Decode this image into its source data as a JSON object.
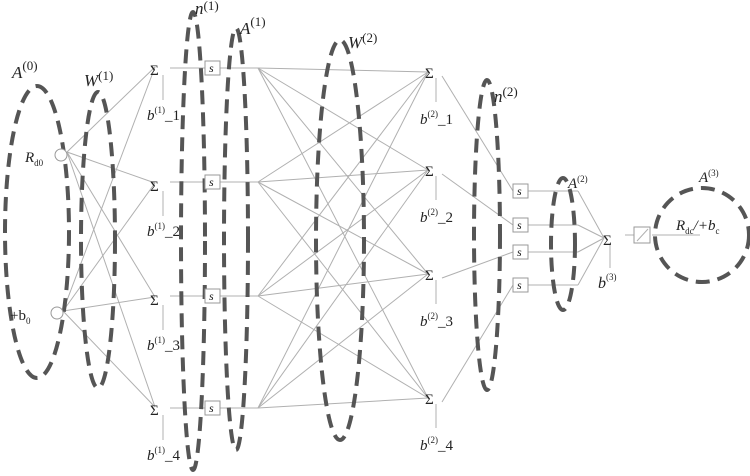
{
  "labels": {
    "A0": "A",
    "A0_sup": "(0)",
    "W1": "W",
    "W1_sup": "(1)",
    "n1": "n",
    "n1_sup": "(1)",
    "A1": "A",
    "A1_sup": "(1)",
    "W2": "W",
    "W2_sup": "(2)",
    "n2": "n",
    "n2_sup": "(2)",
    "A2": "A",
    "A2_sup": "(2)",
    "A3": "A",
    "A3_sup": "(3)",
    "input_rd0": "R",
    "input_rd0_sub": "d0",
    "input_b0": "+b",
    "input_b0_sub": "0",
    "output": "R",
    "output_sub": "dc",
    "output_rest": "/+b",
    "output_sub2": "c",
    "b3": "b",
    "b3_sup": "(3)"
  },
  "sum_symbol": "Σ",
  "activation_symbol": "s",
  "layer1_bias": [
    {
      "b": "b",
      "sup": "(1)",
      "idx": "_1"
    },
    {
      "b": "b",
      "sup": "(1)",
      "idx": "_2"
    },
    {
      "b": "b",
      "sup": "(1)",
      "idx": "_3"
    },
    {
      "b": "b",
      "sup": "(1)",
      "idx": "_4"
    }
  ],
  "layer2_bias": [
    {
      "b": "b",
      "sup": "(2)",
      "idx": "_1"
    },
    {
      "b": "b",
      "sup": "(2)",
      "idx": "_2"
    },
    {
      "b": "b",
      "sup": "(2)",
      "idx": "_3"
    },
    {
      "b": "b",
      "sup": "(2)",
      "idx": "_4"
    }
  ]
}
